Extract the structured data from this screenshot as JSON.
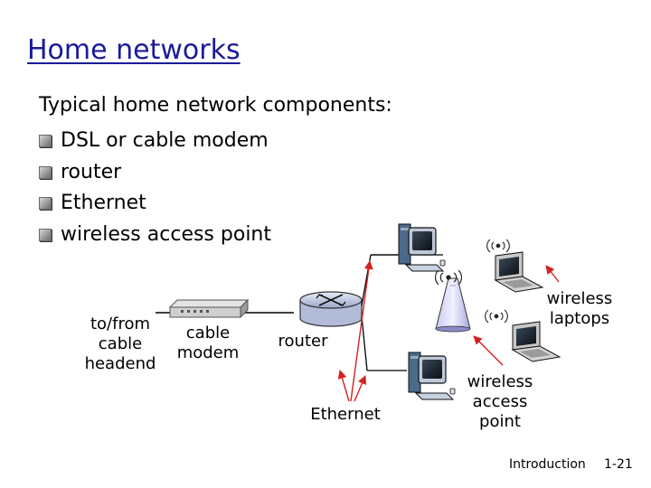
{
  "slide": {
    "title": "Home networks",
    "intro": "Typical home network components:",
    "bullets": [
      "DSL or cable modem",
      "router",
      "Ethernet",
      "wireless access point"
    ]
  },
  "diagram": {
    "labels": {
      "headend": "to/from\ncable\nheadend",
      "modem": "cable\nmodem",
      "router": "router",
      "ethernet": "Ethernet",
      "access_point": "wireless\naccess\npoint",
      "laptops": "wireless\nlaptops"
    },
    "colors": {
      "link_red": "#d42020",
      "title_blue": "#1a1a9a"
    }
  },
  "footer": {
    "section": "Introduction",
    "page": "1-21"
  }
}
